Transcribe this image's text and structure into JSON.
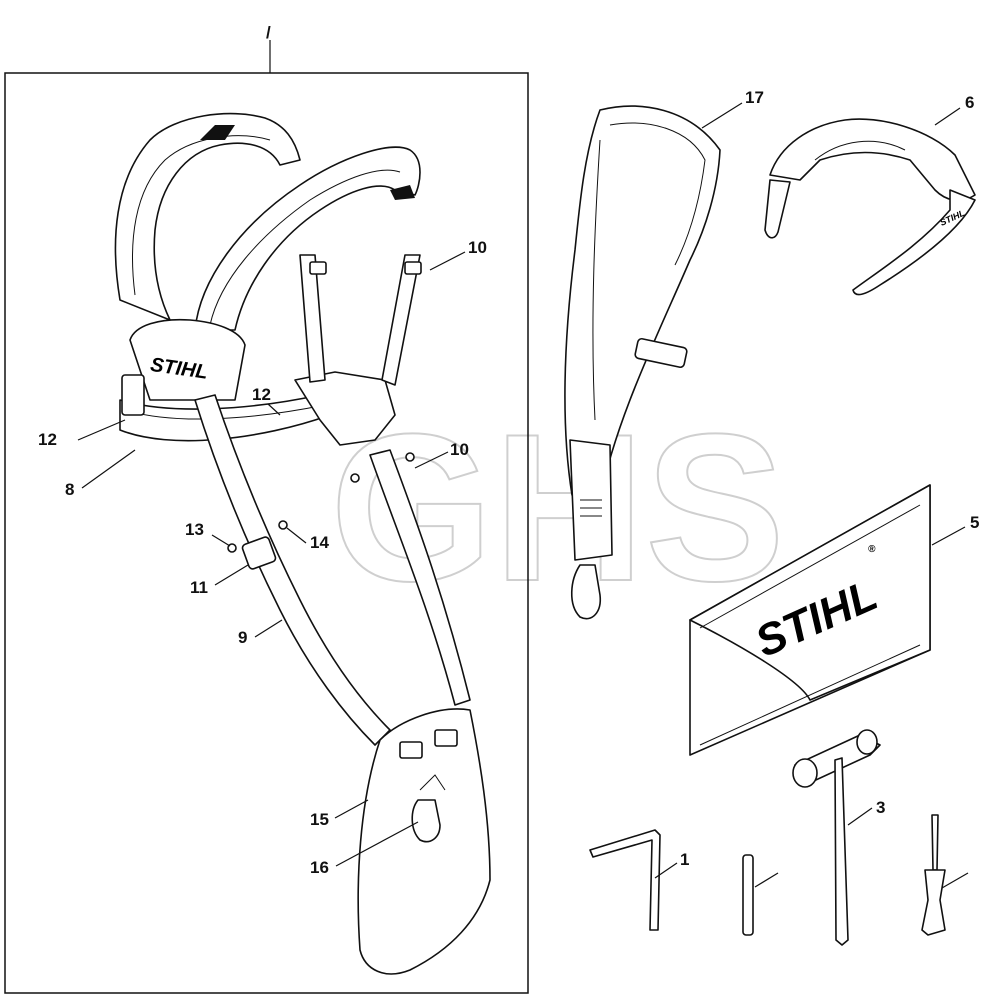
{
  "callouts": {
    "c_top": "/",
    "c17": "17",
    "c6": "6",
    "c10a": "10",
    "c12a": "12",
    "c12b": "12",
    "c10b": "10",
    "c8": "8",
    "c13": "13",
    "c14": "14",
    "c11": "11",
    "c5": "5",
    "c9": "9",
    "c3": "3",
    "c15": "15",
    "c1": "1",
    "c16": "16"
  },
  "brand": {
    "harness_logo": "STIHL",
    "pouch_logo": "STIHL",
    "pouch_registered": "®",
    "glasses_logo": "STIHL"
  },
  "watermark": "GHS"
}
